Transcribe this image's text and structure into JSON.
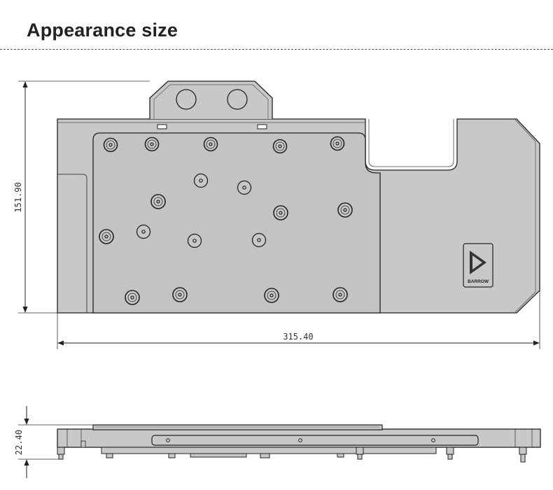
{
  "header": {
    "title": "Appearance size"
  },
  "dimensions": {
    "height": "151.90",
    "length": "315.40",
    "thickness": "22.40"
  },
  "logo": {
    "text": "BARROW"
  },
  "colors": {
    "plate": "#c8c8c8",
    "plate_inner": "#c3c3c3",
    "outline": "#222222",
    "title": "#222222"
  }
}
